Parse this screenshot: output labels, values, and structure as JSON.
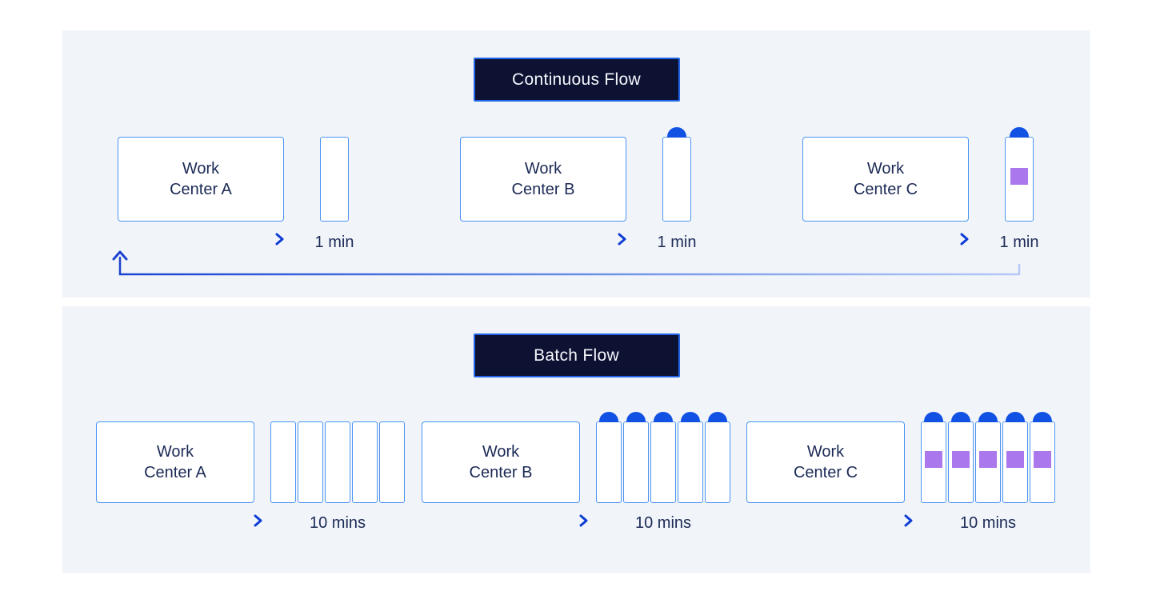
{
  "colors": {
    "page_bg": "#ffffff",
    "panel_bg": "#f1f5fa",
    "badge_bg": "#0d1233",
    "badge_border": "#2265e8",
    "badge_text": "#f5f7fc",
    "box_border": "#4a94f2",
    "box_text": "#1c2a56",
    "arrow_blue": "#0f3cd4",
    "dome_blue": "#1151e3",
    "wip_purple": "#ab77ec",
    "return_dark": "#1a43d0",
    "return_light": "#b6c9f5"
  },
  "panels": [
    {
      "title": "Continuous Flow",
      "stations": [
        {
          "label": "Work\nCenter A"
        },
        {
          "label": "Work\nCenter B"
        },
        {
          "label": "Work\nCenter C"
        }
      ],
      "queues": [
        {
          "time_label": "1 min",
          "slots": 1,
          "dome_units": 0,
          "wip_units": 0
        },
        {
          "time_label": "1 min",
          "slots": 1,
          "dome_units": 1,
          "wip_units": 0
        },
        {
          "time_label": "1 min",
          "slots": 1,
          "dome_units": 1,
          "wip_units": 1
        }
      ],
      "return_arrow": true
    },
    {
      "title": "Batch Flow",
      "stations": [
        {
          "label": "Work\nCenter A"
        },
        {
          "label": "Work\nCenter B"
        },
        {
          "label": "Work\nCenter C"
        }
      ],
      "queues": [
        {
          "time_label": "10 mins",
          "slots": 5,
          "dome_units": 0,
          "wip_units": 0
        },
        {
          "time_label": "10 mins",
          "slots": 5,
          "dome_units": 5,
          "wip_units": 0
        },
        {
          "time_label": "10 mins",
          "slots": 5,
          "dome_units": 5,
          "wip_units": 5
        }
      ],
      "return_arrow": false
    }
  ]
}
